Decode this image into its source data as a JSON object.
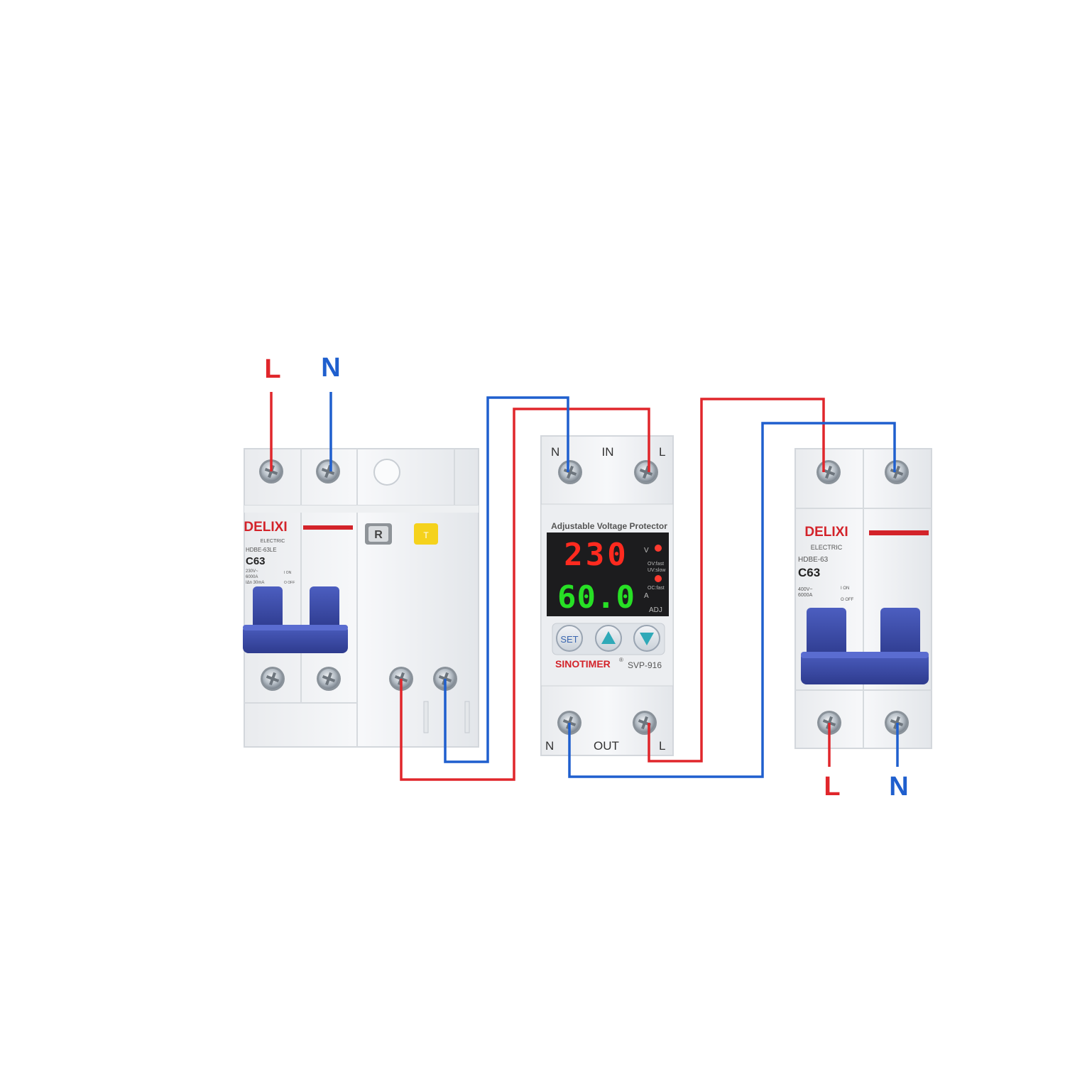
{
  "terminal_labels": {
    "input_live": "L",
    "input_neutral": "N",
    "output_live": "L",
    "output_neutral": "N"
  },
  "breaker_left": {
    "brand": "DELIXI",
    "subbrand": "ELECTRIC",
    "model": "HDBE-63LE",
    "rating": "C63",
    "spec_lines": [
      "230V~",
      "6000A",
      "IΔn 30mA"
    ],
    "on_off": [
      "I ON",
      "O OFF"
    ],
    "reset_button": "R",
    "test_button": "T"
  },
  "protector": {
    "title": "Adjustable Voltage Protector",
    "in_label": "IN",
    "out_label": "OUT",
    "in_n": "N",
    "in_l": "L",
    "out_n": "N",
    "out_l": "L",
    "voltage_reading": "230",
    "current_reading": "60.0",
    "voltage_unit": "V",
    "current_unit": "A",
    "indicator_ov": "OV:fast",
    "indicator_uv": "UV:slow",
    "indicator_oc": "OC:fast",
    "adj_label": "ADJ",
    "set_button": "SET",
    "brand": "SINOTIMER",
    "registered": "®",
    "model": "SVP-916"
  },
  "breaker_right": {
    "brand": "DELIXI",
    "subbrand": "ELECTRIC",
    "model": "HDBE-63",
    "rating": "C63",
    "spec_lines": [
      "400V~",
      "6000A"
    ],
    "on_off": [
      "I ON",
      "O OFF"
    ]
  },
  "colors": {
    "live_wire": "#e0262b",
    "neutral_wire": "#1f5fce",
    "handle_blue": "#3a4aa8",
    "display_red": "#ff2a1f",
    "display_green": "#27e025",
    "brand_red": "#d3232a"
  }
}
